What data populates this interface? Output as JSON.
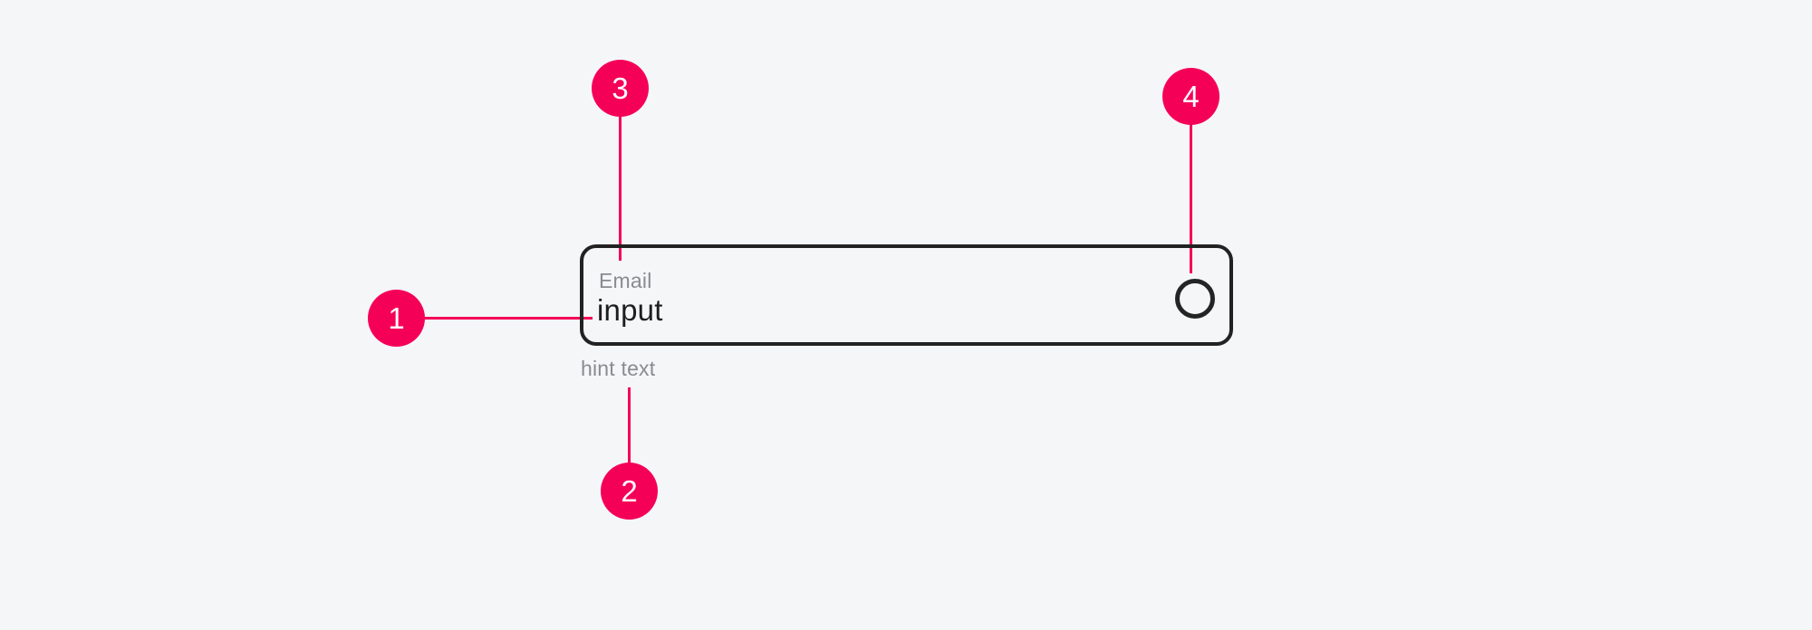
{
  "text_field": {
    "label": "Email",
    "value": "input",
    "hint": "hint text",
    "trailing_icon": "circle-icon"
  },
  "callouts": [
    {
      "number": "1",
      "points_to": "input value"
    },
    {
      "number": "2",
      "points_to": "hint text"
    },
    {
      "number": "3",
      "points_to": "label"
    },
    {
      "number": "4",
      "points_to": "trailing icon"
    }
  ],
  "colors": {
    "accent_pink": "#F50057",
    "outline_dark": "#222222",
    "background": "#F5F6F8",
    "muted_text": "#8B8B8F",
    "value_text": "#1E1E1E"
  }
}
